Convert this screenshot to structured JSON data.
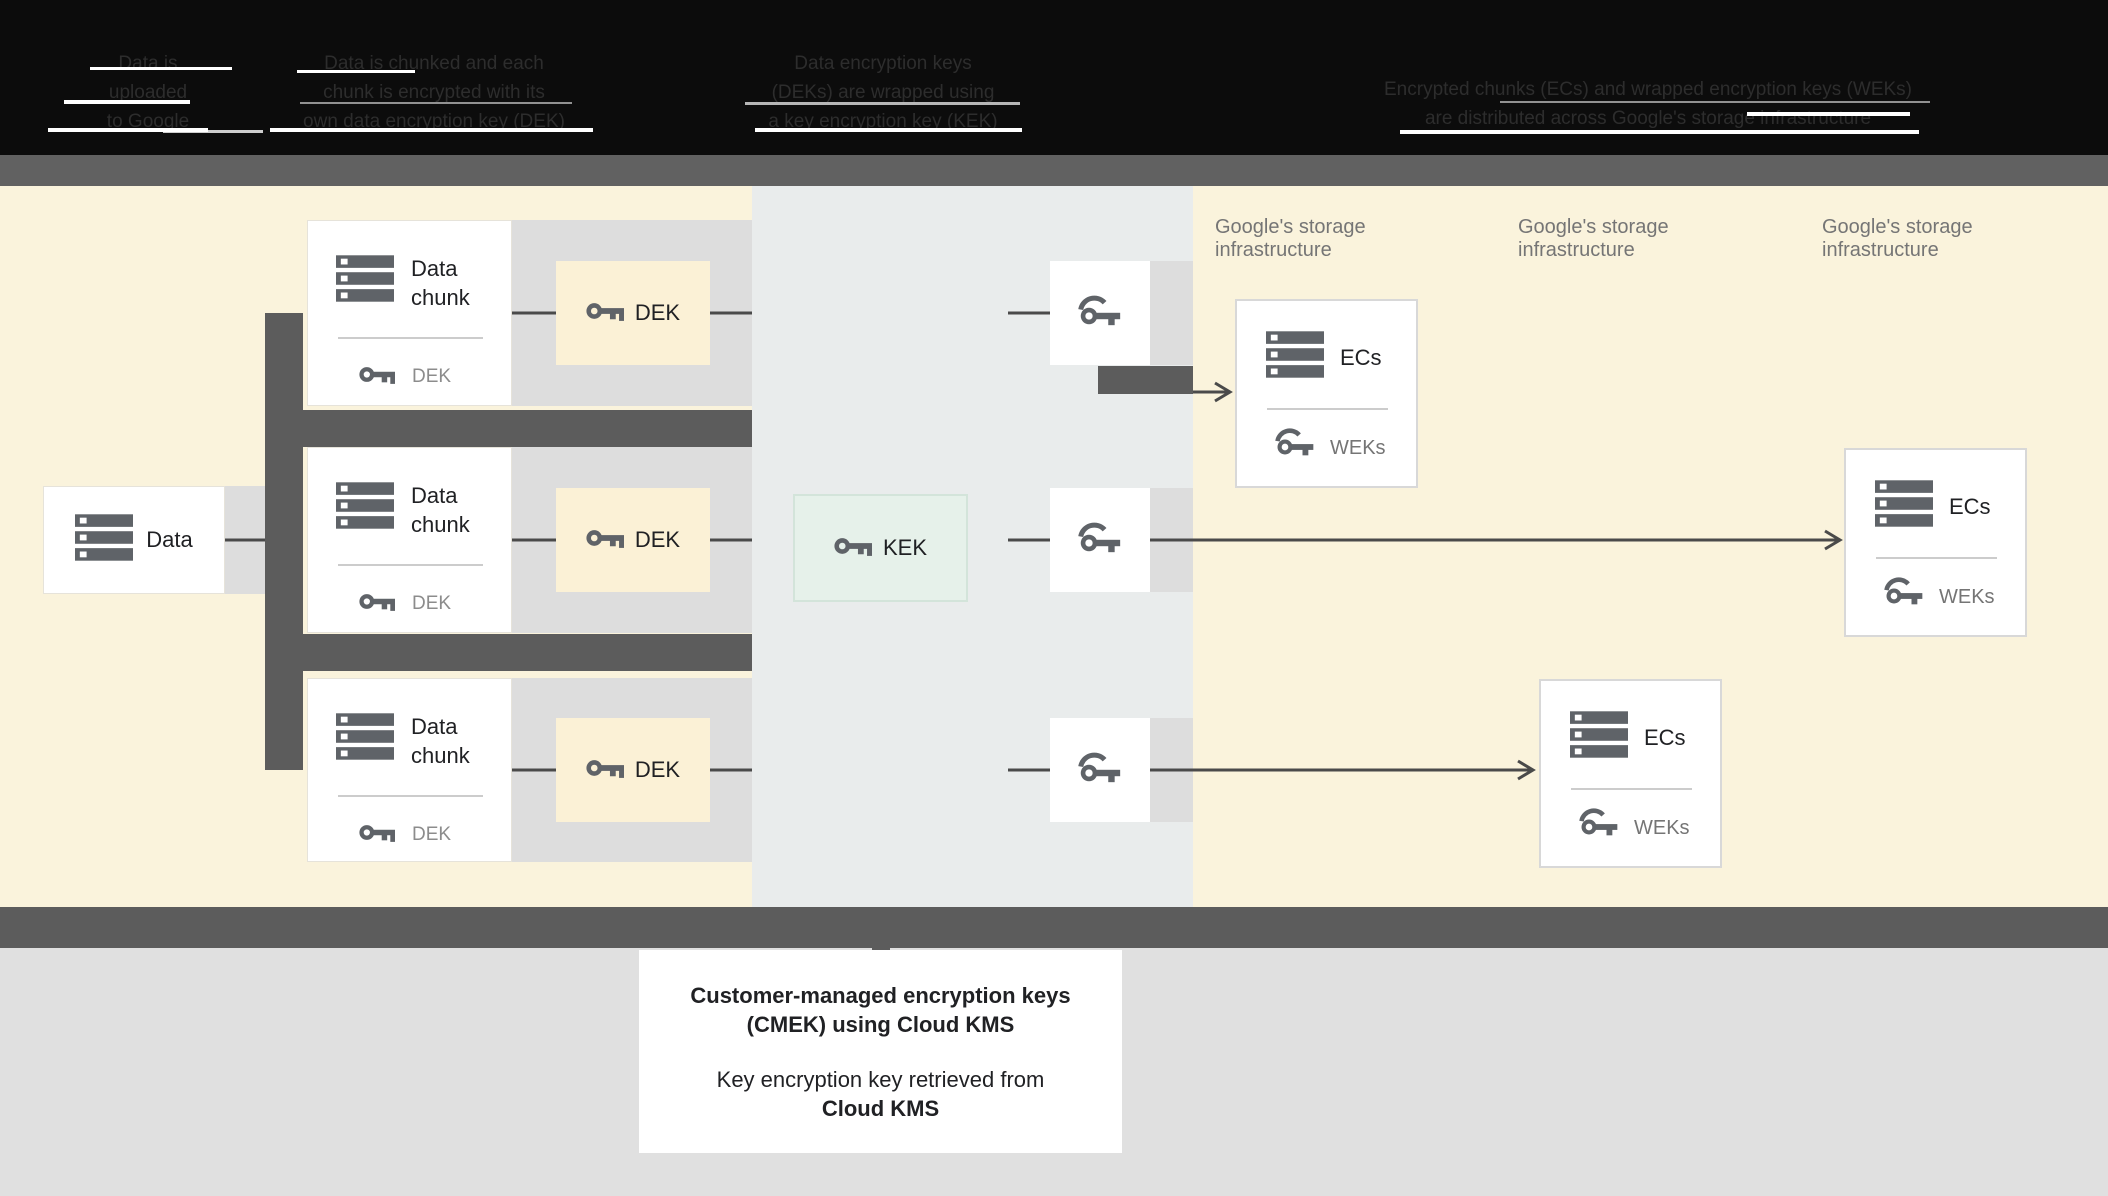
{
  "header": {
    "steps": [
      {
        "lines": [
          "Data is",
          "uploaded",
          "to Google"
        ]
      },
      {
        "lines": [
          "Data is chunked and each",
          "chunk is encrypted with its",
          "own data encryption key (DEK)"
        ]
      },
      {
        "lines": [
          "Data encryption keys",
          "(DEKs) are wrapped using",
          "a key encryption key (KEK)"
        ]
      },
      {
        "lines": [
          "Encrypted chunks (ECs) and wrapped encryption keys (WEKs)",
          "are distributed across Google's storage infrastructure"
        ]
      }
    ]
  },
  "diagram": {
    "data_box": {
      "label": "Data"
    },
    "chunk_boxes": [
      {
        "title_line1": "Data",
        "title_line2": "chunk",
        "key_label": "DEK"
      },
      {
        "title_line1": "Data",
        "title_line2": "chunk",
        "key_label": "DEK"
      },
      {
        "title_line1": "Data",
        "title_line2": "chunk",
        "key_label": "DEK"
      }
    ],
    "dek_boxes": [
      {
        "label": "DEK"
      },
      {
        "label": "DEK"
      },
      {
        "label": "DEK"
      }
    ],
    "kek_box": {
      "label": "KEK"
    },
    "storage_labels": [
      {
        "line1": "Google's storage",
        "line2": "infrastructure"
      },
      {
        "line1": "Google's storage",
        "line2": "infrastructure"
      },
      {
        "line1": "Google's storage",
        "line2": "infrastructure"
      }
    ],
    "ec_boxes": [
      {
        "title": "ECs",
        "key_label": "WEKs"
      },
      {
        "title": "ECs",
        "key_label": "WEKs"
      },
      {
        "title": "ECs",
        "key_label": "WEKs"
      }
    ]
  },
  "caption_box": {
    "title_line1": "Customer-managed encryption keys",
    "title_line2": "(CMEK) using Cloud KMS",
    "body_line1": "Key encryption key retrieved from",
    "body_line2": "Cloud KMS"
  },
  "colors": {
    "header_bg": "#0C0C0C",
    "header_text": "#2D2D2D",
    "gray_band": "#616161",
    "cream": "#FAF3DC",
    "mid_panel": "#E9ECEC",
    "light_gray": "#DDDDDD",
    "dark_gray": "#5C5C5C",
    "dek_fill": "#FBF1D6",
    "kek_fill": "#E6F1EA",
    "kek_border": "#D3E4DA",
    "icon_gray": "#5F6368",
    "label_gray": "#757575",
    "text_black": "#202124",
    "bottom_bg": "#E0E0E0",
    "line": "#4A4A4A"
  }
}
